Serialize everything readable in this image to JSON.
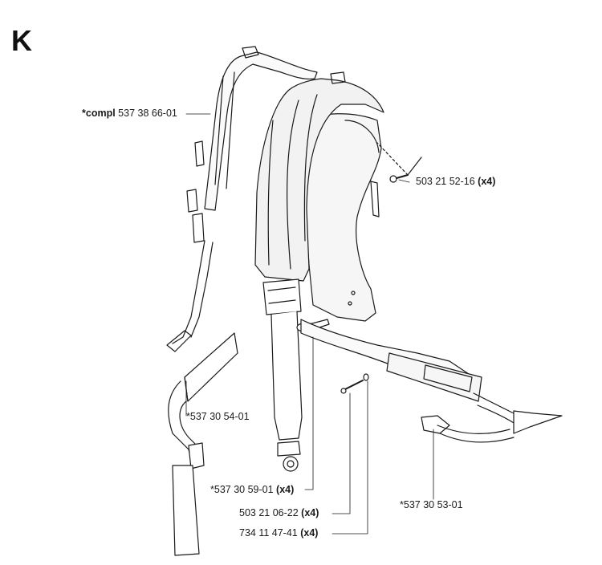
{
  "section": "K",
  "callouts": {
    "compl": {
      "prefix": "*compl",
      "number": "537 38 66-01",
      "qty": ""
    },
    "screw_upper": {
      "prefix": "",
      "number": "503 21 52-16",
      "qty": "(x4)"
    },
    "pad_left": {
      "prefix": "",
      "number": "*537 30 54-01",
      "qty": ""
    },
    "knob": {
      "prefix": "",
      "number": "*537 30 59-01",
      "qty": "(x4)"
    },
    "screw_lower": {
      "prefix": "",
      "number": "503 21 06-22",
      "qty": "(x4)"
    },
    "washer": {
      "prefix": "",
      "number": "734 11 47-41",
      "qty": "(x4)"
    },
    "belt_right": {
      "prefix": "",
      "number": "*537 30 53-01",
      "qty": ""
    }
  }
}
